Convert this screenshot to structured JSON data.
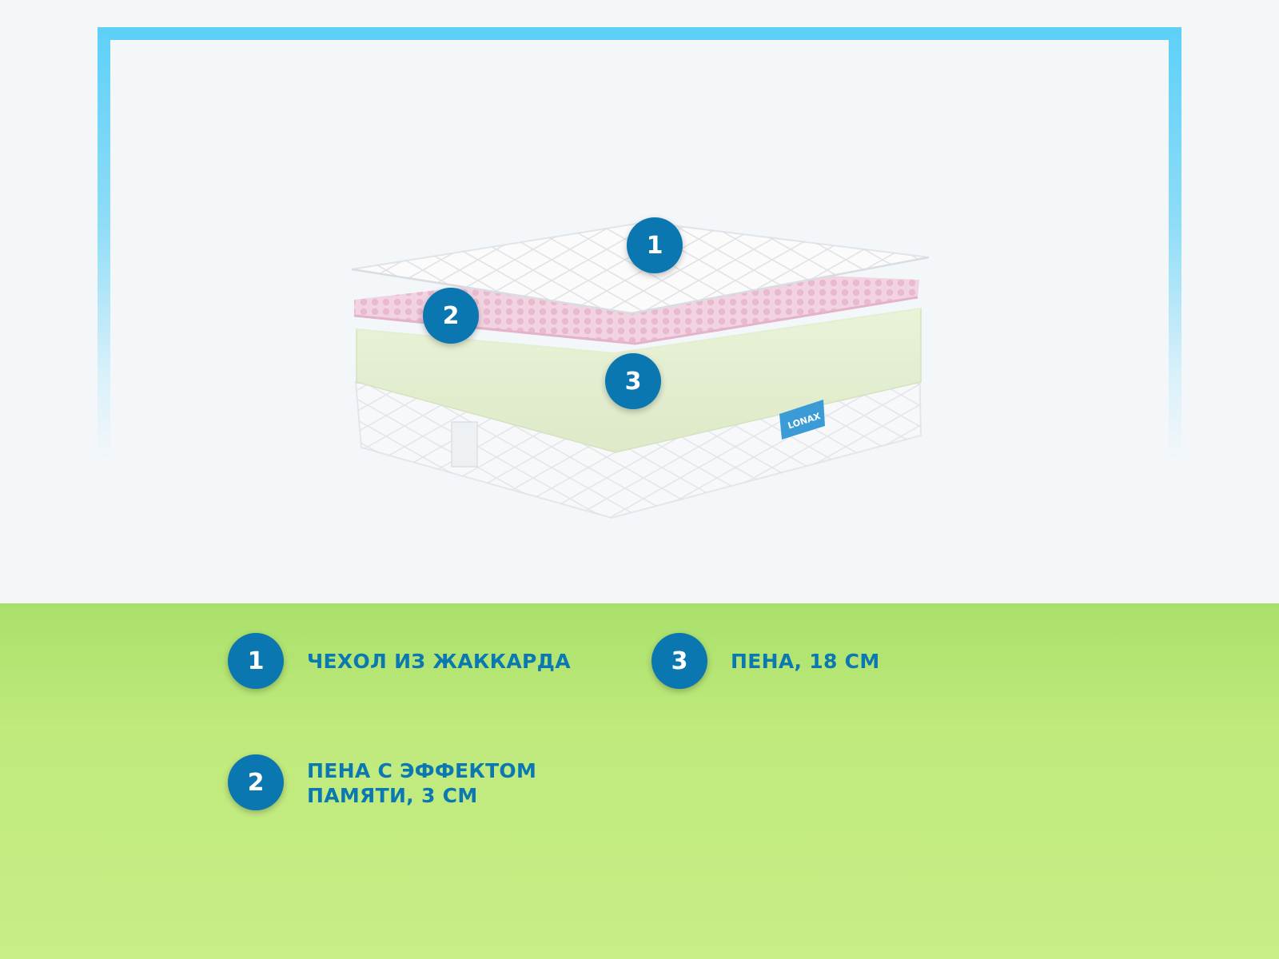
{
  "markers": [
    {
      "number": "1"
    },
    {
      "number": "2"
    },
    {
      "number": "3"
    }
  ],
  "features": [
    {
      "number": "1",
      "label": "ЧЕХОЛ ИЗ ЖАККАРДА"
    },
    {
      "number": "2",
      "label": "ПЕНА С ЭФФЕКТОМ\nПАМЯТИ, 3 СМ"
    },
    {
      "number": "3",
      "label": "ПЕНА, 18 СМ"
    }
  ],
  "brand_tag": "LONAX",
  "colors": {
    "badge": "#0a77b0",
    "label_text": "#0b78b2",
    "frame": "#5dd0f8",
    "bottom_bg": "#c2ea7e",
    "top_bg": "#f4f7fa"
  }
}
